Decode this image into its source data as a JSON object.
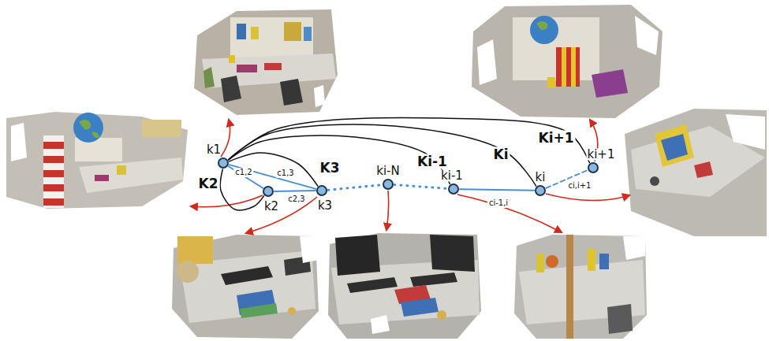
{
  "diagram": {
    "nodes": [
      {
        "text": [
          "k1"
        ]
      },
      {
        "text": [
          "k2"
        ]
      },
      {
        "text": [
          "k3"
        ]
      },
      {
        "text": [
          "ki-N"
        ]
      },
      {
        "text": [
          "ki-1"
        ]
      },
      {
        "text": [
          "ki"
        ]
      },
      {
        "text": [
          "ki+1"
        ]
      }
    ],
    "edges": [
      {
        "from": 0,
        "to": 1,
        "label": "c1,2",
        "arrow": "none"
      },
      {
        "from": 0,
        "to": 2,
        "label": "c1,3",
        "arrow": "none"
      },
      {
        "from": 1,
        "to": 2,
        "label": "c2,3",
        "arrow": "none"
      },
      {
        "from": 2,
        "to": 3,
        "arrow": "none"
      },
      {
        "from": 3,
        "to": 4,
        "arrow": "none"
      },
      {
        "from": 4,
        "to": 5,
        "label": "ci-1,i",
        "arrow": "none"
      },
      {
        "from": 5,
        "to": 6,
        "label": "ci,i+1",
        "arrow": "none"
      },
      {
        "from": 0,
        "to": 1,
        "label": "K2",
        "arrow": "none"
      },
      {
        "from": 0,
        "to": 2,
        "label": "K3",
        "arrow": "none"
      },
      {
        "from": 0,
        "to": 4,
        "label": "Ki-1",
        "arrow": "none"
      },
      {
        "from": 0,
        "to": 5,
        "label": "Ki",
        "arrow": "none"
      },
      {
        "from": 0,
        "to": 6,
        "label": "Ki+1",
        "arrow": "none"
      }
    ]
  }
}
